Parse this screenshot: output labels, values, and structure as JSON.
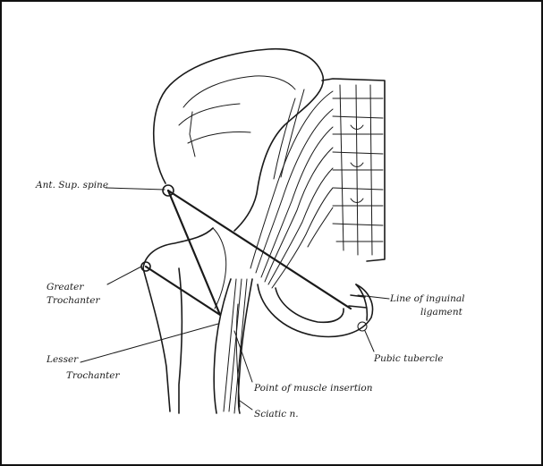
{
  "labels": {
    "ant_sup_spine": "Ant. Sup. spine",
    "greater_trochanter_1": "Greater",
    "greater_trochanter_2": "Trochanter",
    "line_inguinal_1": "Line of inguinal",
    "line_inguinal_2": "ligament",
    "lesser_trochanter_1": "Lesser",
    "lesser_trochanter_2": "Trochanter",
    "pubic_tubercle": "Pubic tubercle",
    "point_muscle_insertion": "Point of muscle insertion",
    "sciatic_n": "Sciatic n."
  },
  "colors": {
    "ink": "#1a1a1a",
    "paper": "#ffffff"
  }
}
